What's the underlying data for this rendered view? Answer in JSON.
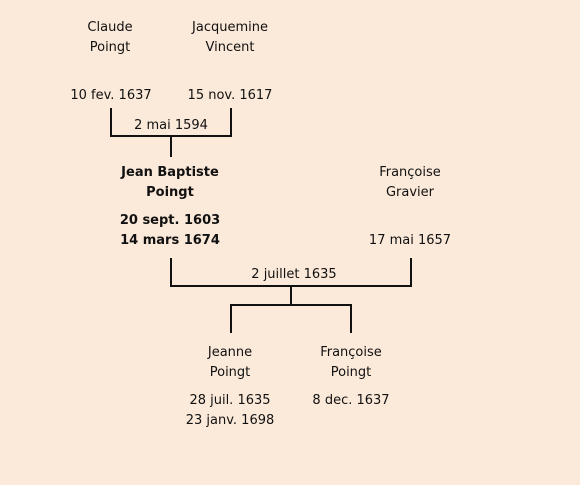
{
  "persons": {
    "claude": {
      "first": "Claude",
      "last": "Poingt",
      "date1": "10 fev. 1637"
    },
    "jacquemine": {
      "first": "Jacquemine",
      "last": "Vincent",
      "date1": "15 nov. 1617"
    },
    "jean_baptiste": {
      "first": "Jean Baptiste",
      "last": "Poingt",
      "date1": "20 sept. 1603",
      "date2": "14 mars 1674"
    },
    "francoise_gravier": {
      "first": "Françoise",
      "last": "Gravier",
      "date1": "17 mai 1657"
    },
    "jeanne": {
      "first": "Jeanne",
      "last": "Poingt",
      "date1": "28 juil. 1635",
      "date2": "23 janv. 1698"
    },
    "francoise_poingt": {
      "first": "Françoise",
      "last": "Poingt",
      "date1": "8 dec. 1637"
    }
  },
  "marriages": {
    "parents": "2 mai 1594",
    "main": "2 juillet 1635"
  }
}
